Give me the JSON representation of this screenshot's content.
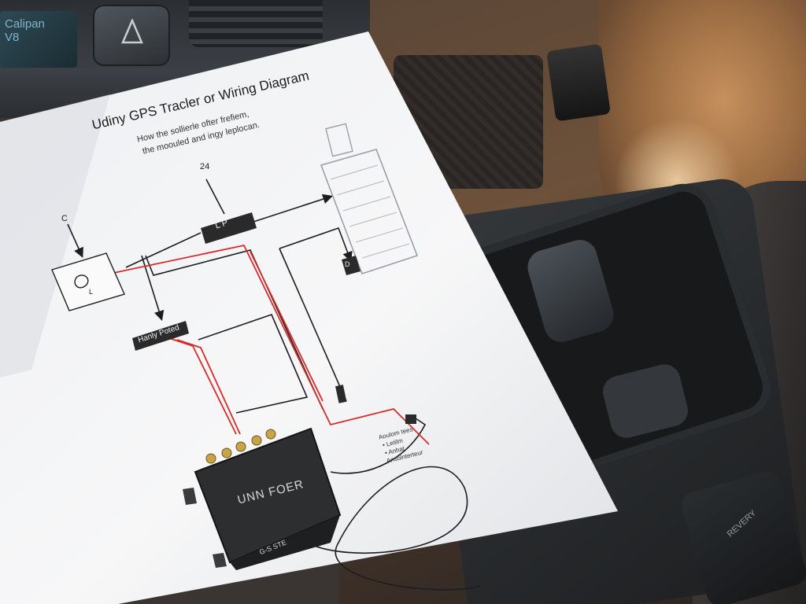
{
  "photo": {
    "dashboard_screen_text": "Calipan\nV8",
    "shifter_label": "",
    "console_panel_label": "REVERY"
  },
  "diagram": {
    "title": "Udiny GPS Tracler or Wiring Diagram",
    "subtitle_line1": "How the sollierle ofter frefiem,",
    "subtitle_line2": "the moouled and ingy leplocan.",
    "label_24": "24",
    "label_c": "C",
    "box_lp": "L  P",
    "switch_letters": "L",
    "relay_tag": "Hanly Poted",
    "device_name": "UNN FOER",
    "device_label": "G-S STE",
    "notes": [
      "Aoulom tees",
      "• Letilm",
      "• Anhat",
      "Ansolnterteur"
    ],
    "connector_d": "D"
  },
  "colors": {
    "paper": "#f4f5f6",
    "wire_red": "#d62c2c",
    "wire_black": "#1d1d1d",
    "device": "#2d2e30",
    "gold_terminal": "#c9a447"
  }
}
